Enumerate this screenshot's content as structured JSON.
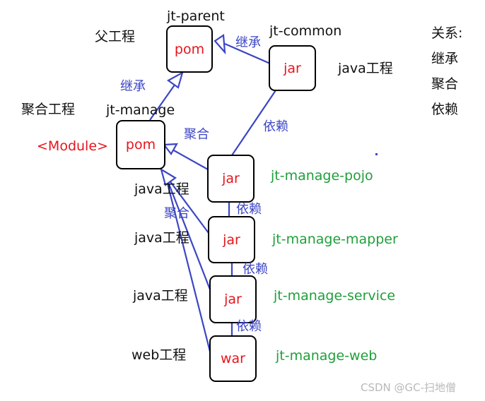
{
  "nodes": {
    "parent_pom": "pom",
    "common_jar": "jar",
    "manage_pom": "pom",
    "pojo_jar": "jar",
    "mapper_jar": "jar",
    "service_jar": "jar",
    "web_war": "war"
  },
  "titles": {
    "jt_parent": "jt-parent",
    "jt_common": "jt-common",
    "jt_manage": "jt-manage",
    "father_project": "父工程",
    "java_project_common": "java工程",
    "aggregate_project": "聚合工程",
    "module_tag": "<Module>"
  },
  "modules": {
    "pojo": "jt-manage-pojo",
    "mapper": "jt-manage-mapper",
    "service": "jt-manage-service",
    "web": "jt-manage-web"
  },
  "project_types": {
    "pojo": "java工程",
    "mapper": "java工程",
    "service": "java工程",
    "web": "web工程"
  },
  "edge_labels": {
    "inherit_common": "继承",
    "inherit_manage": "继承",
    "aggregate_top": "聚合",
    "aggregate_left": "聚合",
    "depend_common": "依赖",
    "depend_pojo_mapper": "依赖",
    "depend_mapper_service": "依赖",
    "depend_service_web": "依赖"
  },
  "legend": {
    "title": "关系:",
    "inherit": "继承",
    "aggregate": "聚合",
    "depend": "依赖"
  },
  "watermark": "CSDN @GC-扫地僧",
  "colors": {
    "edge": "#3c46c4",
    "node_text": "#e8141c",
    "module_name": "#1f9f3a",
    "text": "#111111"
  }
}
